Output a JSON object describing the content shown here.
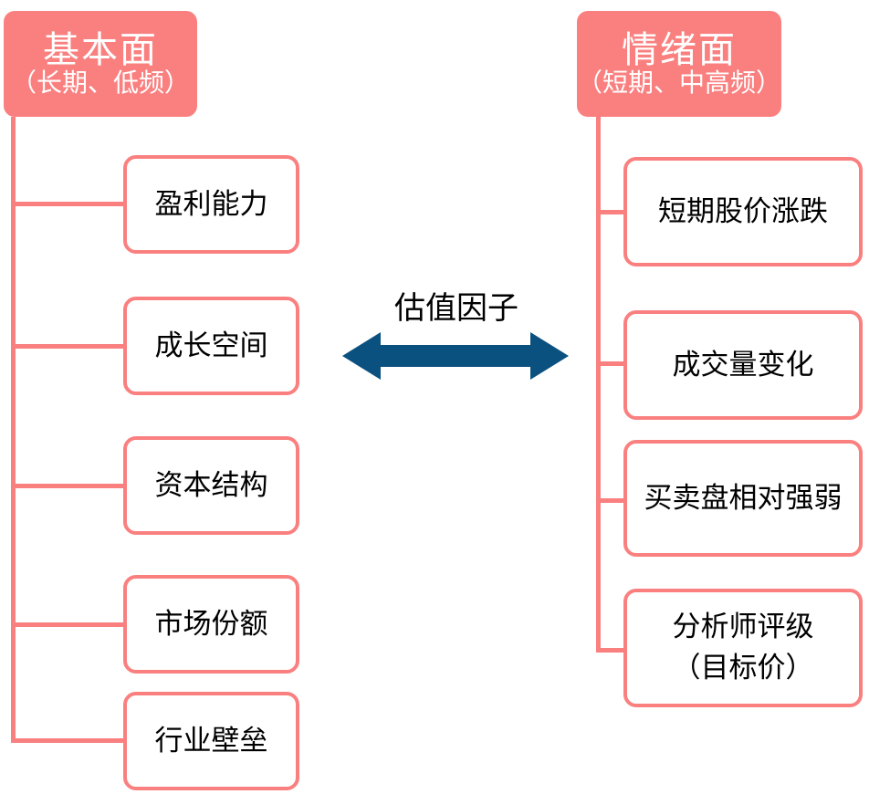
{
  "diagram": {
    "type": "two-branch mind map",
    "center": {
      "label": "估值因子",
      "arrow": "double-headed-horizontal-arrow",
      "arrow_color": "#0b5180"
    },
    "colors": {
      "accent_pink": "#fa8080",
      "box_fill": "#ffffff",
      "text": "#000000",
      "header_text": "#ffffff",
      "arrow_blue": "#0b5180"
    },
    "left": {
      "header": {
        "title": "基本面",
        "subtitle": "（长期、低频）"
      },
      "items": [
        {
          "label": "盈利能力"
        },
        {
          "label": "成长空间"
        },
        {
          "label": "资本结构"
        },
        {
          "label": "市场份额"
        },
        {
          "label": "行业壁垒"
        }
      ]
    },
    "right": {
      "header": {
        "title": "情绪面",
        "subtitle": "（短期、中高频）"
      },
      "items": [
        {
          "label": "短期股价涨跌",
          "line2": ""
        },
        {
          "label": "成交量变化",
          "line2": ""
        },
        {
          "label": "买卖盘相对强弱",
          "line2": ""
        },
        {
          "label": "分析师评级",
          "line2": "（目标价）"
        }
      ]
    }
  }
}
